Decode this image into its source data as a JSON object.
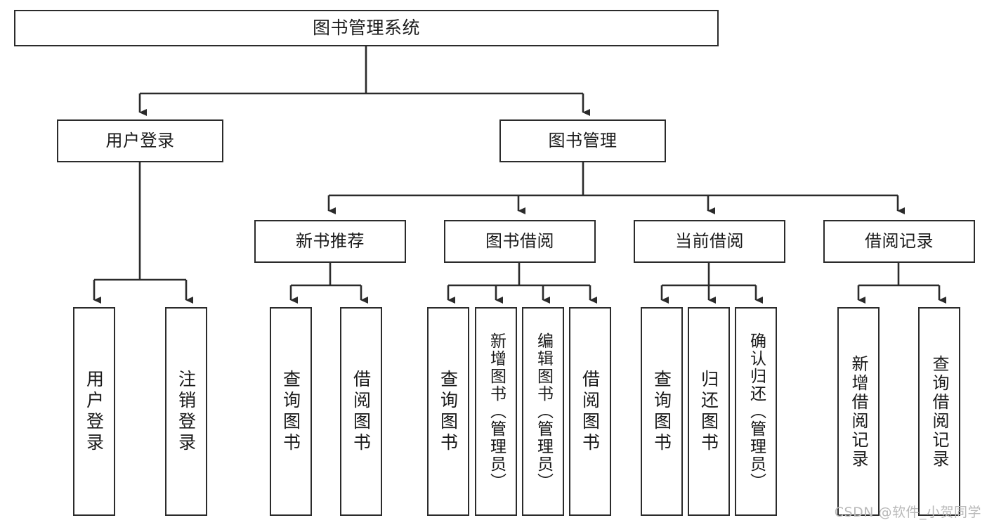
{
  "diagram": {
    "title": "图书管理系统",
    "type": "hierarchy-tree",
    "watermark": "CSDN @软件_小贺同学",
    "colors": {
      "box_border": "#2b2b2b",
      "box_fill": "#ffffff",
      "connector": "#2b2b2b",
      "text": "#1a1a1a",
      "watermark": "#b9b9b9",
      "background": "#ffffff"
    },
    "root": {
      "label": "图书管理系统"
    },
    "level2": [
      {
        "label": "用户登录"
      },
      {
        "label": "图书管理"
      }
    ],
    "level3": [
      {
        "label": "新书推荐"
      },
      {
        "label": "图书借阅"
      },
      {
        "label": "当前借阅"
      },
      {
        "label": "借阅记录"
      }
    ],
    "leaves": {
      "user_login": [
        {
          "label": "用户登录"
        },
        {
          "label": "注销登录"
        }
      ],
      "new_book_recommend": [
        {
          "label": "查询图书"
        },
        {
          "label": "借阅图书"
        }
      ],
      "book_borrow": [
        {
          "label": "查询图书"
        },
        {
          "label": "新增图书（管理员）"
        },
        {
          "label": "编辑图书（管理员）"
        },
        {
          "label": "借阅图书"
        }
      ],
      "current_borrow": [
        {
          "label": "查询图书"
        },
        {
          "label": "归还图书"
        },
        {
          "label": "确认归还（管理员）"
        }
      ],
      "borrow_record": [
        {
          "label": "新增借阅记录"
        },
        {
          "label": "查询借阅记录"
        }
      ]
    }
  }
}
